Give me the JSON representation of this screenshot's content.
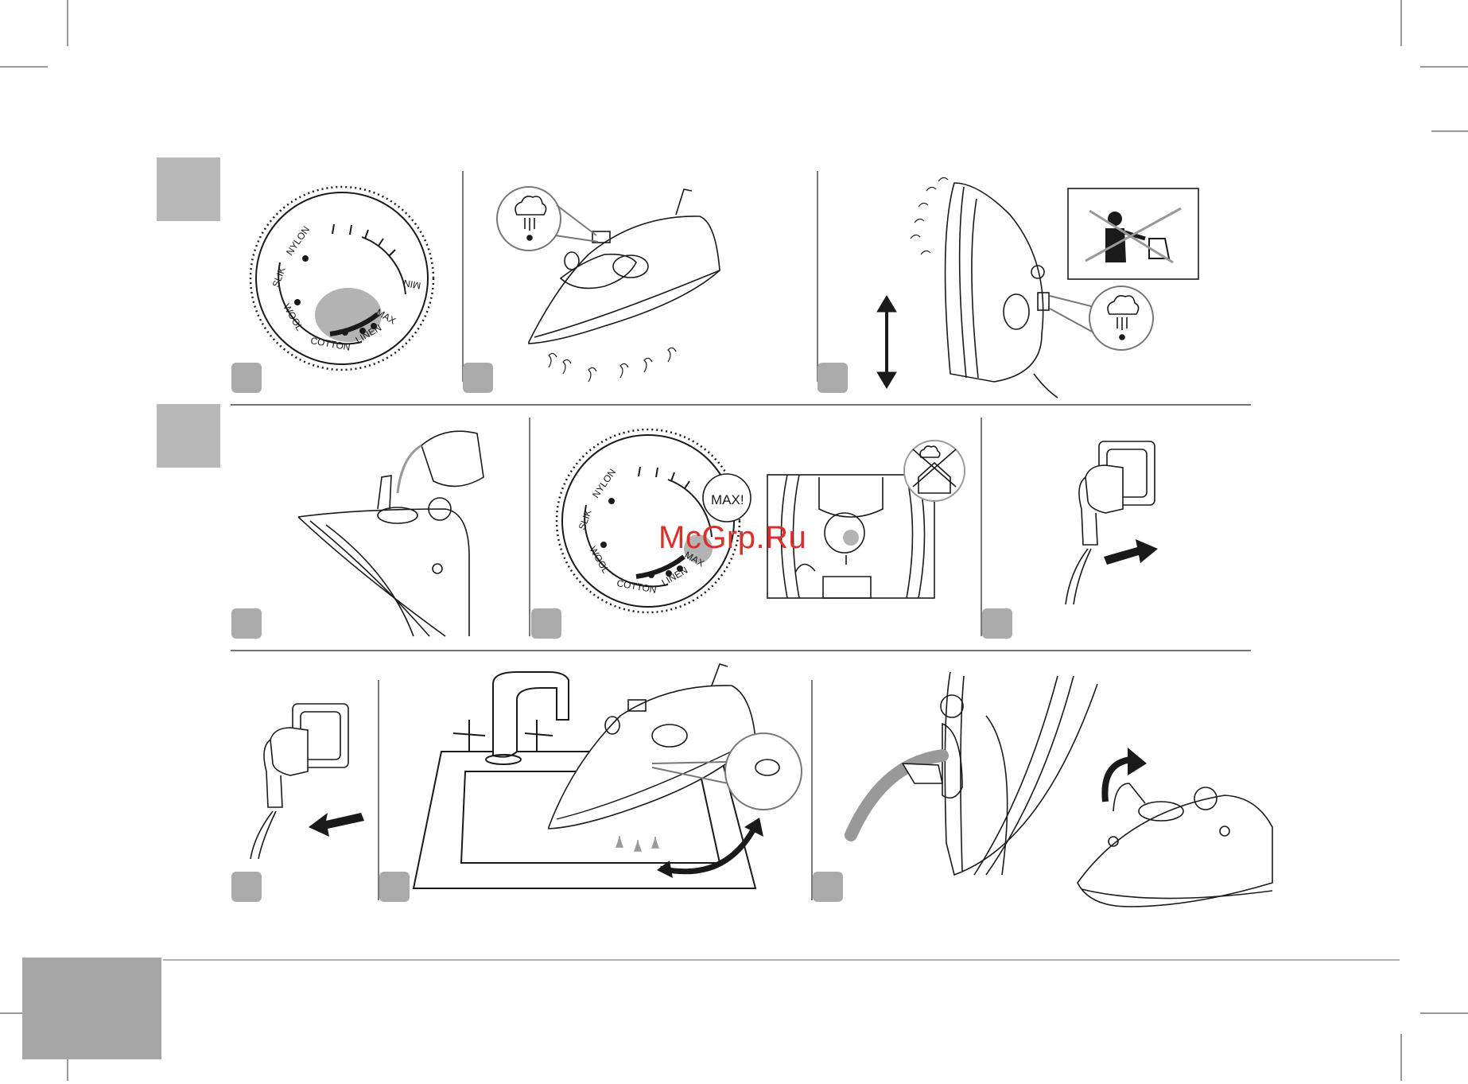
{
  "page": {
    "watermark": "McGrp.Ru"
  },
  "dial_labels": {
    "nylon": "NYLON",
    "silk": "SLIK",
    "wool": "WOOL",
    "cotton": "COTTON",
    "linen": "LINEN",
    "max": "MAX",
    "min": "MIN"
  },
  "callout": {
    "max_bubble": "MAX!"
  },
  "icons": [
    "steam-cloud-icon",
    "no-steam-house-icon",
    "no-children-icon",
    "arrow-icon",
    "double-arrow-icon"
  ],
  "colors": {
    "section_tab": "#b8b8b8",
    "step_badge": "#aaaaaa",
    "page_tab": "#a6a6a6",
    "watermark": "#d9302b",
    "line": "#1a1a1a",
    "highlight": "#b3b3b3"
  }
}
